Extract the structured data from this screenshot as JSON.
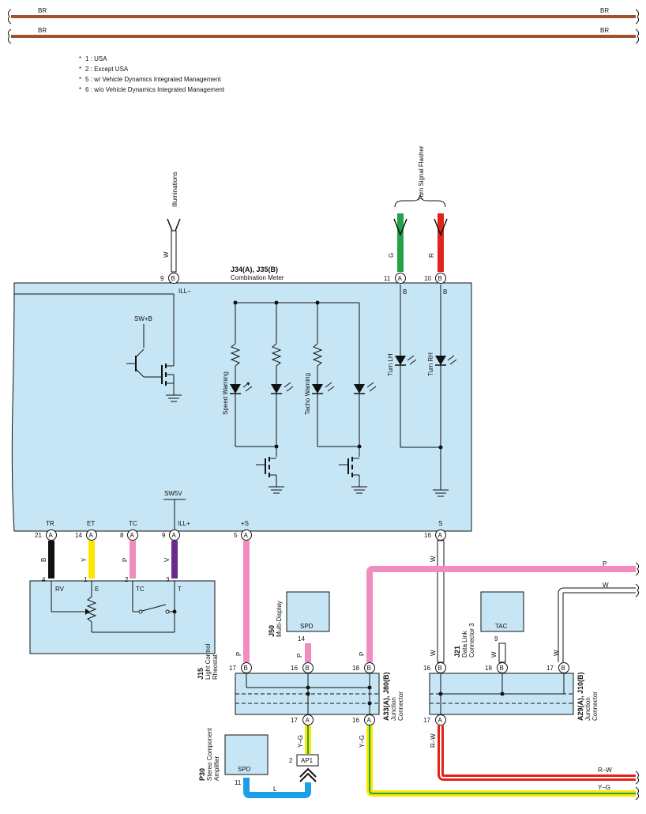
{
  "top_wires": [
    {
      "left_label": "BR",
      "right_label": "BR"
    },
    {
      "left_label": "BR",
      "right_label": "BR"
    }
  ],
  "notes": [
    {
      "mark": "*",
      "text": "1 : USA"
    },
    {
      "mark": "*",
      "text": "2 : Except USA"
    },
    {
      "mark": "*",
      "text": "5 : w/ Vehicle Dynamics Integrated Management"
    },
    {
      "mark": "*",
      "text": "6 : w/o Vehicle Dynamics Integrated Management"
    }
  ],
  "colors": {
    "brown": "#a0522d",
    "box_fill": "#c7e6f5",
    "pink": "#f08cbf",
    "green": "#22a34a",
    "red": "#e2231a",
    "black": "#111111",
    "yellow": "#ffe600",
    "purple": "#6a2b8f",
    "blue": "#1aa0e6",
    "white_wire": "#ffffff"
  },
  "offpage": {
    "illuminations": "Illuminations",
    "turn_signal_flasher": "Turn Signal Flasher"
  },
  "meter": {
    "code": "J34(A), J35(B)",
    "name": "Combination Meter",
    "ill_minus": "ILL–",
    "sw_b": "SW+B",
    "sw5v": "SW5V",
    "speed_warning": "Speed Warning",
    "tacho_warning": "Tacho Warning",
    "turn_lh": "Turn LH",
    "turn_rh": "Turn RH",
    "pins": {
      "p9b": {
        "num": "9",
        "conn": "B",
        "wire": "W"
      },
      "p11a": {
        "num": "11",
        "conn": "A",
        "wire": "G",
        "inner": "B"
      },
      "p10b": {
        "num": "10",
        "conn": "B",
        "wire": "R",
        "inner": "B"
      },
      "p21a": {
        "num": "21",
        "conn": "A",
        "term": "TR"
      },
      "p14a": {
        "num": "14",
        "conn": "A",
        "term": "ET"
      },
      "p8a": {
        "num": "8",
        "conn": "A",
        "term": "TC"
      },
      "p9a": {
        "num": "9",
        "conn": "A",
        "term": "ILL+"
      },
      "p5a": {
        "num": "5",
        "conn": "A",
        "term": "+S"
      },
      "p16a": {
        "num": "16",
        "conn": "A",
        "term": "S"
      }
    }
  },
  "rheostat": {
    "code": "J15",
    "name_line1": "Light Control",
    "name_line2": "Rheostat",
    "terms": [
      "RV",
      "E",
      "TC",
      "T"
    ],
    "pins": [
      "4",
      "1",
      "2",
      "3"
    ],
    "wires": [
      "B",
      "Y",
      "P",
      "V"
    ]
  },
  "multi_display": {
    "code": "J50",
    "name": "Multi-Display",
    "term": "SPD",
    "pin": "14",
    "wire": "P"
  },
  "jc_a33": {
    "code": "A33(A), J80(B)",
    "name_line1": "Junction",
    "name_line2": "Connector",
    "top_pins": [
      {
        "num": "17",
        "conn": "B"
      },
      {
        "num": "16",
        "conn": "B"
      },
      {
        "num": "18",
        "conn": "B"
      }
    ],
    "bottom_pins": [
      {
        "num": "17",
        "conn": "A"
      },
      {
        "num": "16",
        "conn": "A"
      }
    ],
    "wire_top_left": "P",
    "wire_top_mid": "P",
    "wire_top_right": "P",
    "wire_bottom_left": "Y–G",
    "wire_bottom_right": "Y–G"
  },
  "data_link": {
    "code": "J21",
    "name_line1": "Data Link",
    "name_line2": "Connector 3",
    "term": "TAC",
    "pin": "9",
    "wire": "W"
  },
  "jc_a29": {
    "code": "A29(A), J10(B)",
    "name_line1": "Junction",
    "name_line2": "Connector",
    "top_pins": [
      {
        "num": "16",
        "conn": "B"
      },
      {
        "num": "18",
        "conn": "B"
      },
      {
        "num": "17",
        "conn": "B"
      }
    ],
    "bottom_pin": {
      "num": "17",
      "conn": "A"
    },
    "wire_top_left": "W",
    "wire_top_mid": "W",
    "wire_top_right": "W",
    "wire_bottom": "R–W"
  },
  "stereo": {
    "code": "P30",
    "name_line1": "Stereo Component",
    "name_line2": "Amplifier",
    "term": "SPD",
    "pin": "11",
    "wire": "L"
  },
  "ap1": {
    "label": "AP1",
    "pin": "2"
  },
  "right_edge_wires": {
    "p": "P",
    "w": "W",
    "rw": "R–W",
    "yg": "Y–G"
  }
}
